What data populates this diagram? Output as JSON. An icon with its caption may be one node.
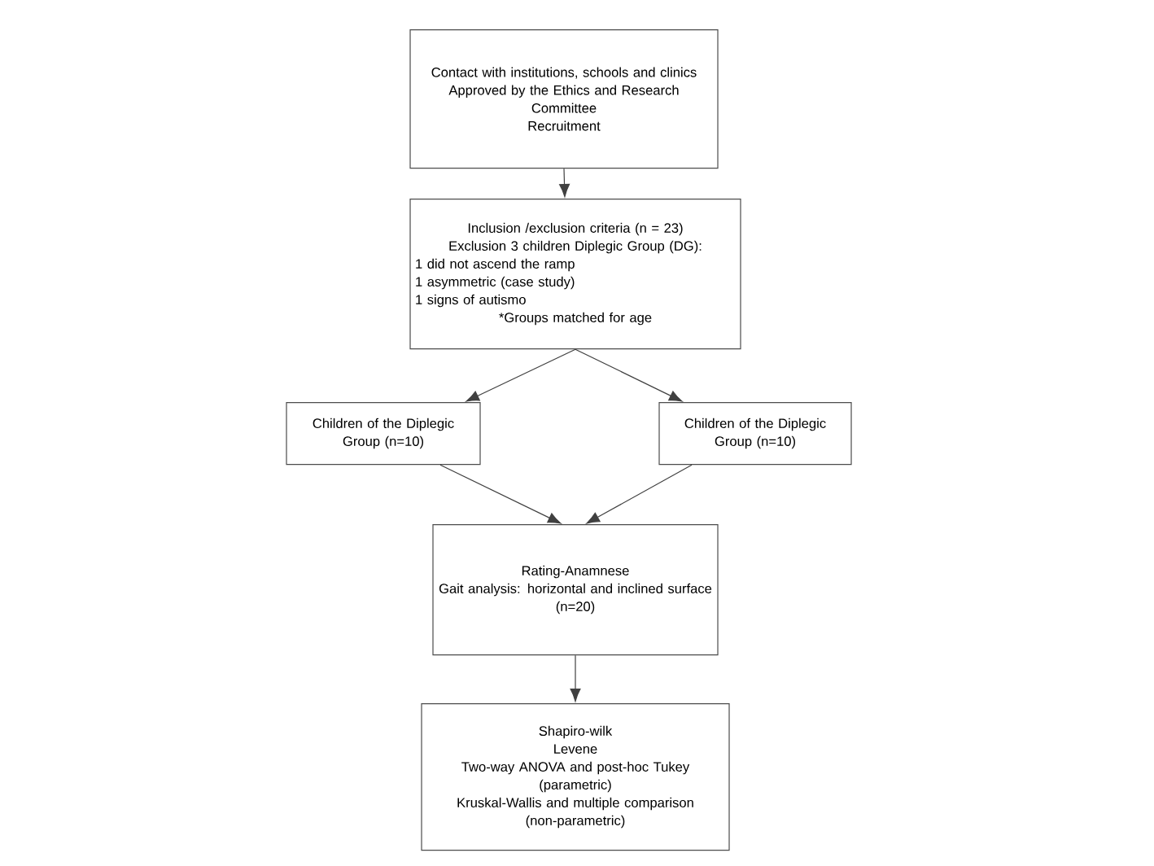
{
  "diagram": {
    "nodes": [
      {
        "text": [
          "Contact with institutions, schools and clinics",
          "Approved by the Ethics and Research Committee",
          "Recruitment"
        ]
      },
      {
        "text": [
          "Inclusion /exclusion criteria (n = 23)",
          "Exclusion 3 children Diplegic Group (DG):",
          "1 did not ascend the ramp",
          "1 asymmetric (case study)",
          "1 signs of autismo",
          "*Groups matched for age"
        ]
      },
      {
        "text": [
          "Children of the Diplegic Group (n=10)"
        ]
      },
      {
        "text": [
          "Children of the Diplegic Group (n=10)"
        ]
      },
      {
        "text": [
          "Rating-Anamnese",
          "Gait analysis: horizontal and inclined surface",
          "(n=20)"
        ]
      },
      {
        "text": [
          "Shapiro-wilk",
          "Levene",
          "Two-way ANOVA and post-hoc Tukey (parametric)",
          "Kruskal-Wallis and multiple comparison (non-parametric)"
        ]
      }
    ],
    "edges": [
      {
        "from": 0,
        "to": 1,
        "arrow": "to"
      },
      {
        "from": 1,
        "to": 2,
        "arrow": "to"
      },
      {
        "from": 1,
        "to": 3,
        "arrow": "to"
      },
      {
        "from": 2,
        "to": 4,
        "arrow": "to"
      },
      {
        "from": 3,
        "to": 4,
        "arrow": "to"
      },
      {
        "from": 4,
        "to": 5,
        "arrow": "to"
      }
    ]
  }
}
